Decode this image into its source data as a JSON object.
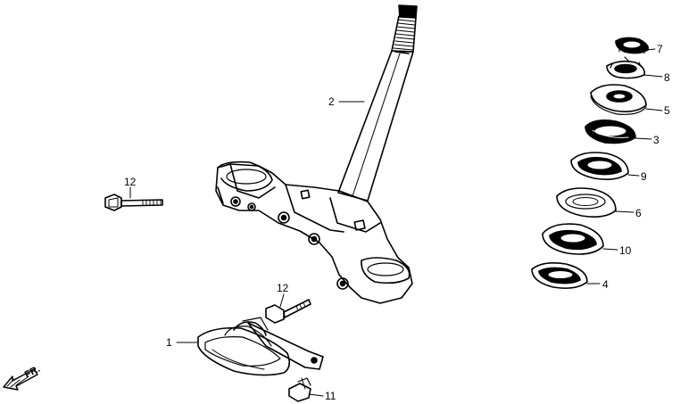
{
  "diagram": {
    "callouts": {
      "c1": "1",
      "c2": "2",
      "c3": "3",
      "c4": "4",
      "c5": "5",
      "c6": "6",
      "c7": "7",
      "c8": "8",
      "c9": "9",
      "c10": "10",
      "c11": "11",
      "c12a": "12",
      "c12b": "12"
    },
    "direction_label": "FR.",
    "colors": {
      "ink": "#000000",
      "paper": "#ffffff"
    },
    "icons": {
      "direction_arrow": "front-arrow-icon"
    }
  }
}
